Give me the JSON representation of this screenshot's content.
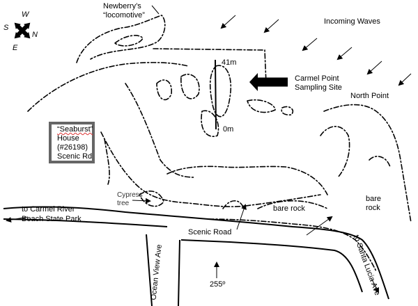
{
  "compass": {
    "north": "N",
    "south": "S",
    "east": "E",
    "west": "W"
  },
  "labels": {
    "newberry_line1": "Newberry’s",
    "newberry_line2": "“locomotive”",
    "incoming_waves": "Incoming Waves",
    "transect_top": "41m",
    "transect_bottom": "0m",
    "sampling_line1": "Carmel Point",
    "sampling_line2": "Sampling Site",
    "north_point": "North Point",
    "cypress_line1": "Cypress",
    "cypress_line2": "tree",
    "carmel_river_line1": "to Carmel River",
    "carmel_river_line2": "Beach State Park",
    "bare_rock_1": "bare rock",
    "bare_rock_2_line1": "bare",
    "bare_rock_2_line2": "rock",
    "scenic_road": "Scenic Road",
    "ocean_view": "Ocean View Ave",
    "bearing": "255º",
    "santa_lucia": "to Santa Lucia Ave"
  },
  "house": {
    "name": "“Seaburst”",
    "line2": "House",
    "line3": "(#26198)",
    "line4": "Scenic Rd"
  }
}
